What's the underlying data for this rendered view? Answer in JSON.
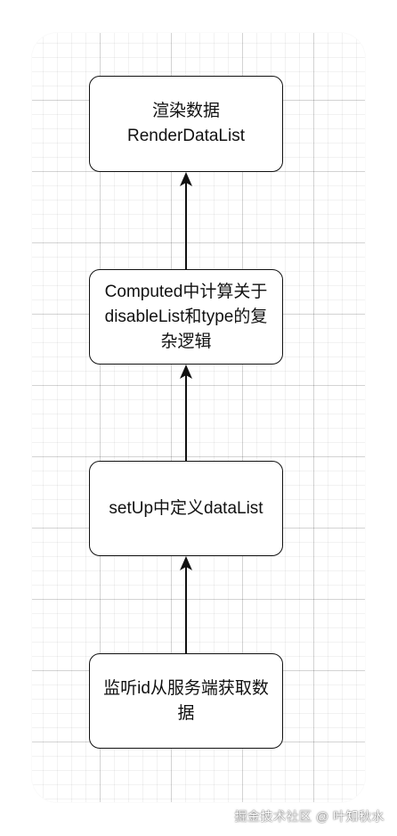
{
  "diagram": {
    "nodes": [
      {
        "id": "node1",
        "lines": [
          "渲染数据",
          "RenderDataList"
        ]
      },
      {
        "id": "node2",
        "lines": [
          "Computed中计算关于",
          "disableList和type的复",
          "杂逻辑"
        ]
      },
      {
        "id": "node3",
        "lines": [
          "setUp中定义dataList"
        ]
      },
      {
        "id": "node4",
        "lines": [
          "监听id从服务端获取数",
          "据"
        ]
      }
    ],
    "edges": [
      {
        "from": "node4",
        "to": "node3"
      },
      {
        "from": "node3",
        "to": "node2"
      },
      {
        "from": "node2",
        "to": "node1"
      }
    ],
    "colors": {
      "stroke": "#111111",
      "node_fill": "#ffffff",
      "grid": "#e6e6e6"
    }
  },
  "watermark": {
    "text": "掘金技术社区 @ 叶知秋水"
  }
}
